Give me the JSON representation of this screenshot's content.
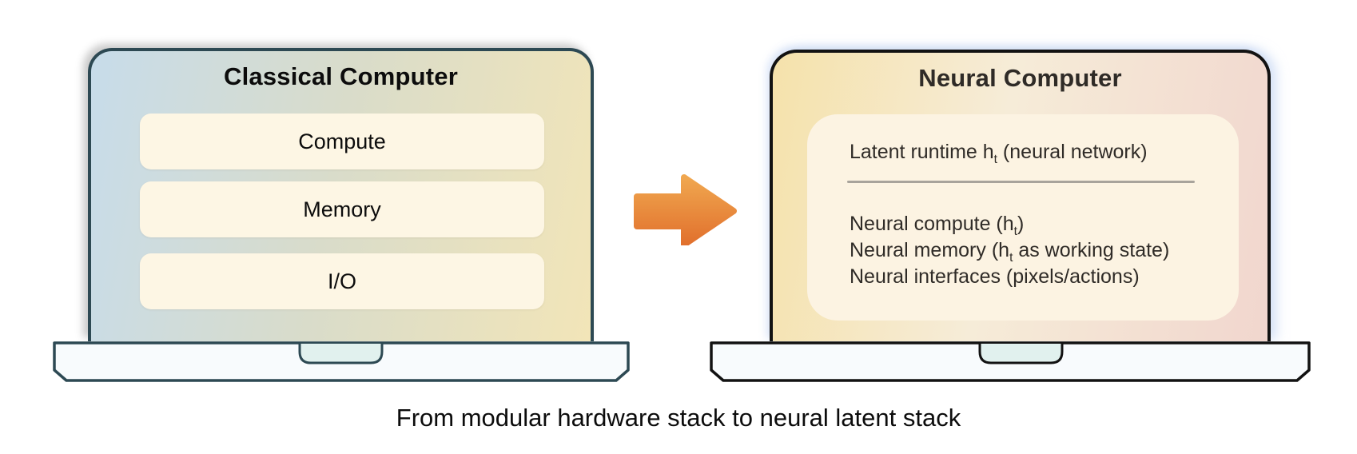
{
  "colors": {
    "arrow-top": "#f0a74f",
    "arrow-bottom": "#e1702d",
    "left-screen-from": "#c7dcea",
    "left-screen-to": "#f2e5b8",
    "right-screen-from": "#f5e2ab",
    "right-screen-to": "#f1d6ce",
    "left-border": "#2d4953",
    "right-border": "#121212",
    "box-bg": "#fdf6e4",
    "panel-bg": "#fcf3e2",
    "divider": "#a8a39b",
    "base-bg": "#f8fbfd",
    "notch-bg": "#e1f1ee",
    "text-black": "#0c0c0c",
    "text-dark": "#2f2b27"
  },
  "left_laptop": {
    "title": "Classical Computer",
    "boxes": [
      "Compute",
      "Memory",
      "I/O"
    ]
  },
  "right_laptop": {
    "title": "Neural Computer",
    "runtime": {
      "pre": "Latent runtime h",
      "sub": "t",
      "post": " (neural network)"
    },
    "items": [
      {
        "pre": "Neural compute (h",
        "sub": "t",
        "post": ")"
      },
      {
        "pre": "Neural memory (h",
        "sub": "t",
        "post": " as working state)"
      },
      {
        "pre": "Neural interfaces (pixels/actions)",
        "sub": "",
        "post": ""
      }
    ]
  },
  "arrow_icon": "right-arrow",
  "caption": "From modular hardware stack to neural latent stack"
}
